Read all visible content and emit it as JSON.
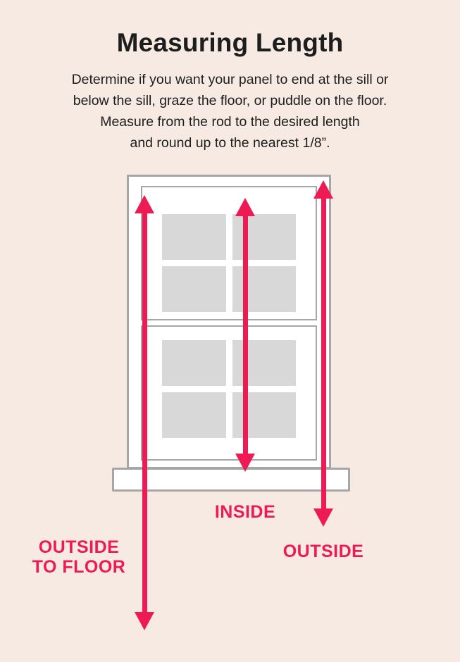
{
  "page": {
    "title": "Measuring Length",
    "subtitle": "Determine if you want your panel to end at the sill or\nbelow the sill, graze the floor, or puddle on the floor.\nMeasure from the rod to the desired length\nand round up to the nearest 1/8”."
  },
  "diagram": {
    "type": "window-measurement-illustration",
    "labels": {
      "inside": "INSIDE",
      "outside": "OUTSIDE",
      "outside_to_floor": "OUTSIDE\nTO FLOOR"
    },
    "arrows": [
      {
        "name": "outside-to-floor-arrow",
        "orientation": "vertical",
        "heads": "both",
        "measures": "rod to floor outside the window"
      },
      {
        "name": "inside-arrow",
        "orientation": "vertical",
        "heads": "both",
        "measures": "rod to sill inside the window"
      },
      {
        "name": "outside-arrow",
        "orientation": "vertical",
        "heads": "both",
        "measures": "rod to below the sill outside the window"
      }
    ],
    "colors": {
      "accent": "#EE1A54",
      "background": "#F6EAE3",
      "window_fill": "#FFFFFF",
      "window_border": "#A6A6A6",
      "pane_fill": "#D8D8D8",
      "text": "#1D1D1D"
    }
  }
}
